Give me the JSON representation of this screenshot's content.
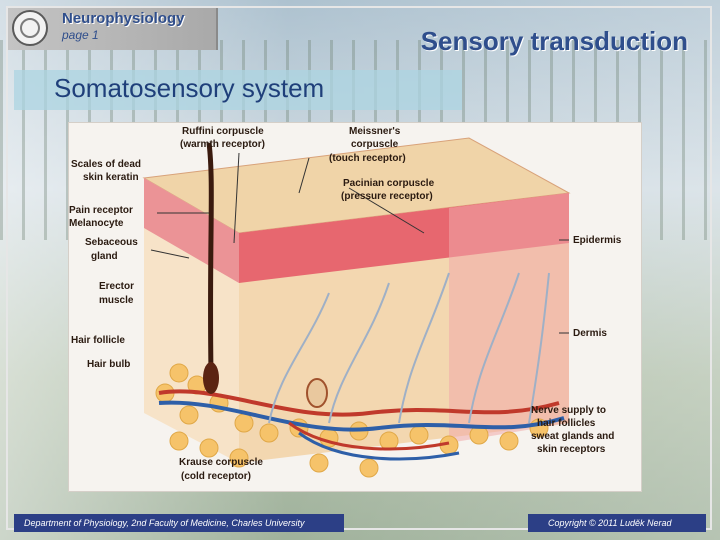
{
  "header": {
    "course": "Neurophysiology",
    "page": "page 1",
    "title": "Sensory transduction"
  },
  "subtitle": "Somatosensory system",
  "figure_labels": {
    "ruffini": [
      "Ruffini corpuscle",
      "(warmth receptor)"
    ],
    "meissner": [
      "Meissner's",
      "corpuscle",
      "(touch receptor)"
    ],
    "pacinian": [
      "Pacinian corpuscle",
      "(pressure receptor)"
    ],
    "scales": [
      "Scales of  dead",
      "skin keratin"
    ],
    "pain": "Pain receptor",
    "melanocyte": "Melanocyte",
    "sebaceous": [
      "Sebaceous",
      "gland"
    ],
    "erector": [
      "Erector",
      "muscle"
    ],
    "hair_follicle": "Hair follicle",
    "hair_bulb": "Hair bulb",
    "epidermis": "Epidermis",
    "dermis": "Dermis",
    "nerve_supply": [
      "Nerve supply to",
      "hair follicles",
      "sweat glands and",
      "skin receptors"
    ],
    "krause": [
      "Krause corpuscle",
      "(cold receptor)"
    ]
  },
  "footer": {
    "left": "Department of Physiology, 2nd Faculty of Medicine, Charles University",
    "right": "Copyright © 2011 Luděk Nerad"
  }
}
